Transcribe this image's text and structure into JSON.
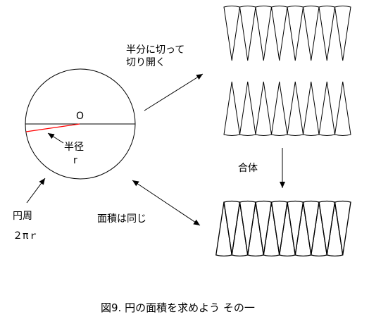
{
  "labels": {
    "cut_open": "半分に切って\n切り開く",
    "center": "O",
    "radius": "半径",
    "radius_symbol": "r",
    "combine": "合体",
    "circumference": "円周",
    "circumference_formula": "２πｒ",
    "same_area": "面積は同じ"
  },
  "caption": "図9. 円の面積を求めよう その一",
  "colors": {
    "line": "#000000",
    "radius_line": "#ff0000",
    "background": "#ffffff"
  }
}
